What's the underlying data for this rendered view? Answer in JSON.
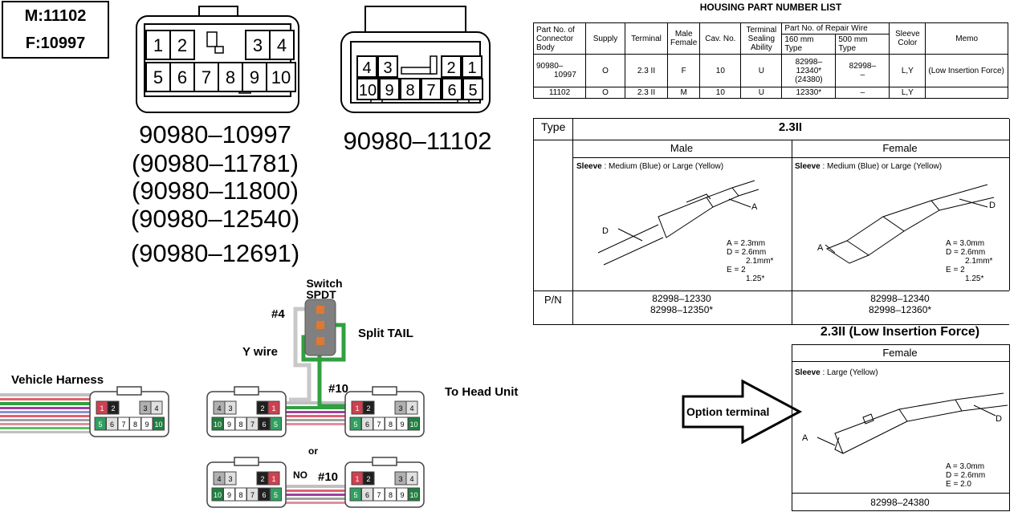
{
  "badge": {
    "male": "M:11102",
    "female": "F:10997"
  },
  "connector_a": {
    "pins_top": [
      "1",
      "2",
      "3",
      "4"
    ],
    "pins_bottom": [
      "5",
      "6",
      "7",
      "8",
      "9",
      "10"
    ],
    "part_numbers": [
      "90980–10997",
      "(90980–11781)",
      "(90980–11800)",
      "(90980–12540)",
      "(90980–12691)"
    ]
  },
  "connector_b": {
    "pins_top": [
      "4",
      "3",
      "2",
      "1"
    ],
    "pins_bottom": [
      "10",
      "9",
      "8",
      "7",
      "6",
      "5"
    ],
    "part_number": "90980–11102"
  },
  "housing_table": {
    "title": "HOUSING PART NUMBER LIST",
    "headers": {
      "part_no": "Part No. of Connector Body",
      "supply": "Supply",
      "terminal": "Terminal",
      "male_female": "Male Female",
      "cav_no": "Cav. No.",
      "sealing": "Terminal Sealing Ability",
      "repair_wire": "Part No. of Repair Wire",
      "wire_160": "160 mm Type",
      "wire_500": "500 mm Type",
      "sleeve": "Sleeve Color",
      "memo": "Memo"
    },
    "rows": [
      {
        "part_no_1": "90980–",
        "part_no_2": "10997",
        "supply": "O",
        "terminal": "2.3 II",
        "mf": "F",
        "cav": "10",
        "seal": "U",
        "w160_1": "82998–",
        "w160_2": "12340*",
        "w160_3": "(24380)",
        "w500": "82998–",
        "w500_2": "–",
        "sleeve": "L,Y",
        "memo": "(Low Insertion Force)"
      },
      {
        "part_no": "11102",
        "supply": "O",
        "terminal": "2.3 II",
        "mf": "M",
        "cav": "10",
        "seal": "U",
        "w160": "12330*",
        "w500": "–",
        "sleeve": "L,Y",
        "memo": ""
      }
    ]
  },
  "terminal_table": {
    "type_label": "Type",
    "type_value": "2.3II",
    "male_label": "Male",
    "female_label": "Female",
    "sleeve_label": "Sleeve",
    "sleeve_male": " : Medium (Blue) or Large (Yellow)",
    "sleeve_female": " : Medium (Blue) or Large (Yellow)",
    "male_dims": [
      "A = 2.3mm",
      "D = 2.6mm",
      "2.1mm*",
      "E = 2",
      "1.25*"
    ],
    "female_dims": [
      "A = 3.0mm",
      "D = 2.6mm",
      "2.1mm*",
      "E = 2",
      "1.25*"
    ],
    "pn_label": "P/N",
    "male_pn": [
      "82998–12330",
      "82998–12350*"
    ],
    "female_pn": [
      "82998–12340",
      "82998–12360*"
    ],
    "letter_a": "A",
    "letter_d": "D"
  },
  "low_insertion": {
    "title": "2.3II (Low Insertion Force)",
    "female_label": "Female",
    "sleeve_label": "Sleeve",
    "sleeve_text": " : Large (Yellow)",
    "dims": [
      "A = 3.0mm",
      "D = 2.6mm",
      "E = 2.0"
    ],
    "pn": "82998–24380",
    "arrow_label": "Option terminal"
  },
  "wiring": {
    "switch_label_1": "Switch",
    "switch_label_2": "SPDT",
    "pin4_label": "#4",
    "split_tail": "Split TAIL",
    "y_wire": "Y wire",
    "pin10_label": "#10",
    "pin10_label_b": "#10",
    "vehicle_harness": "Vehicle Harness",
    "to_head_unit": "To Head Unit",
    "or_label": "or",
    "no_label": "NO"
  },
  "mini": {
    "female_top": [
      "1",
      "2",
      "3",
      "4"
    ],
    "female_bottom": [
      "5",
      "6",
      "7",
      "8",
      "9",
      "10"
    ],
    "male_top": [
      "4",
      "3",
      "2",
      "1"
    ],
    "male_bottom": [
      "10",
      "9",
      "8",
      "7",
      "6",
      "5"
    ]
  }
}
